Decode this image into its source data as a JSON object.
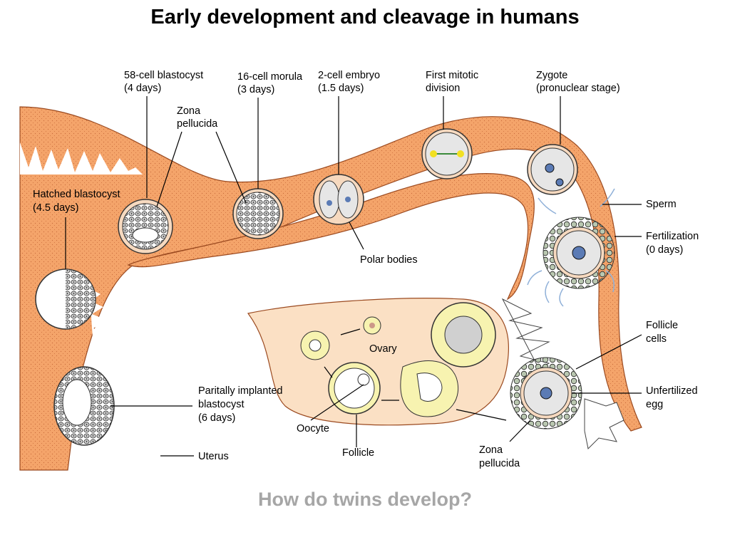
{
  "title": "Early development and cleavage in humans",
  "subtitle": "How do twins develop?",
  "colors": {
    "tissue": "#f4a46a",
    "tissue_light": "#fbe0c4",
    "cell_fill": "#e6e6e6",
    "nucleus": "#5b7bb5"
  },
  "labels": {
    "blastocyst58": [
      "58-cell blastocyst",
      "(4 days)"
    ],
    "morula16": [
      "16-cell morula",
      "(3 days)"
    ],
    "embryo2": [
      "2-cell embryo",
      "(1.5 days)"
    ],
    "mitotic": [
      "First mitotic",
      "division"
    ],
    "zygote": [
      "Zygote",
      "(pronuclear stage)"
    ],
    "zona_top": [
      "Zona",
      "pellucida"
    ],
    "hatched": [
      "Hatched blastocyst",
      "(4.5 days)"
    ],
    "sperm": "Sperm",
    "fertilization": [
      "Fertilization",
      "(0 days)"
    ],
    "polar": "Polar bodies",
    "follicle_cells": [
      "Follicle",
      "cells"
    ],
    "ovary": "Ovary",
    "unfertilized": [
      "Unfertilized",
      "egg"
    ],
    "implanted": [
      "Paritally implanted",
      "blastocyst",
      "(6 days)"
    ],
    "oocyte": "Oocyte",
    "follicle": "Follicle",
    "zona_bottom": [
      "Zona",
      "pellucida"
    ],
    "uterus": "Uterus"
  }
}
